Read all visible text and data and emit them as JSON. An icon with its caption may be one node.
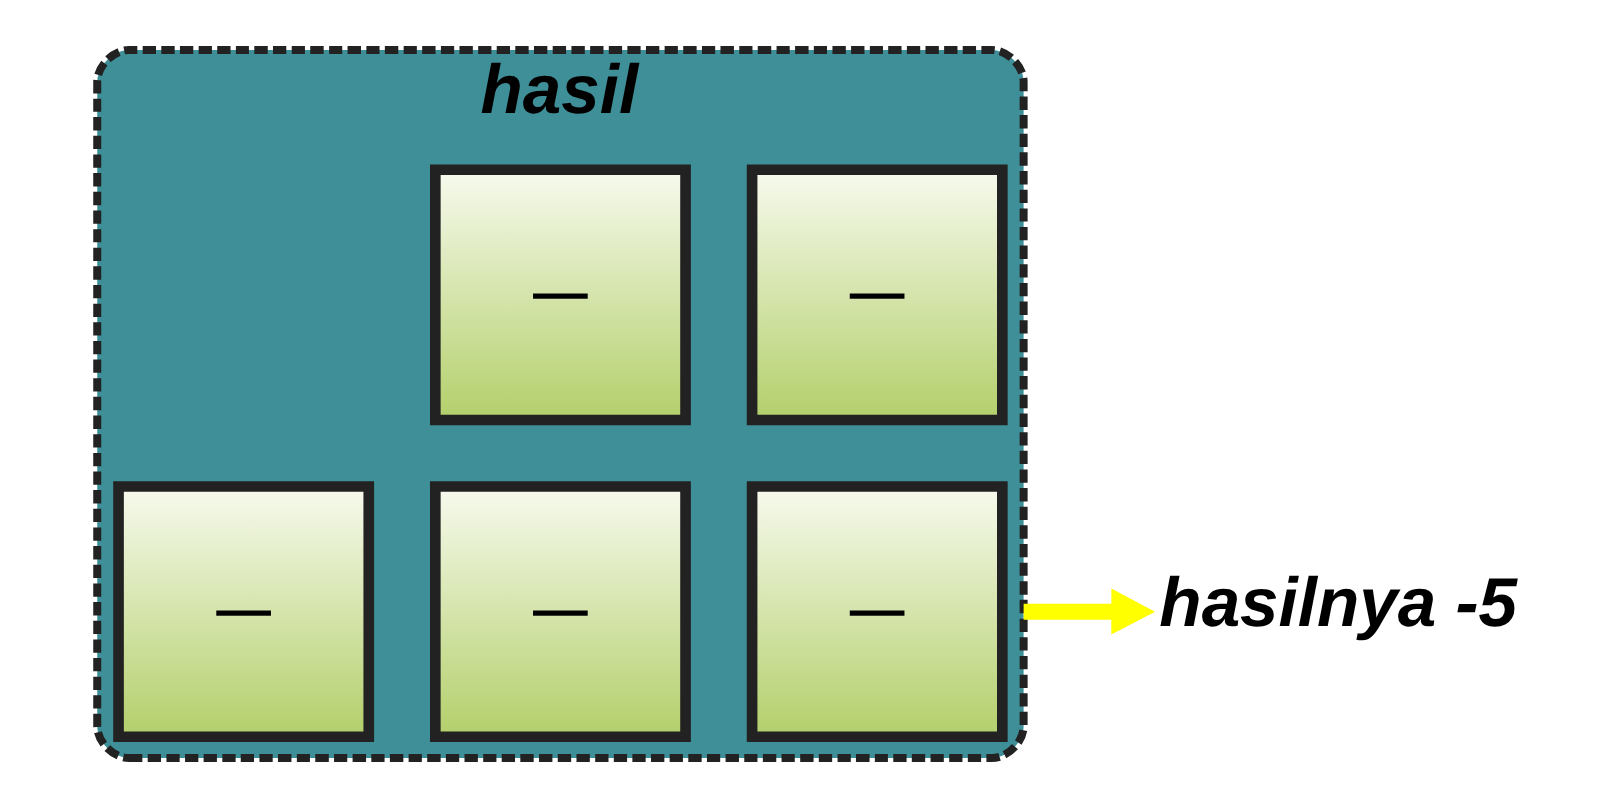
{
  "diagram": {
    "nodes": [
      {
        "text": [
          "hasil"
        ]
      },
      {
        "text": [
          "–"
        ],
        "in": 0
      },
      {
        "text": [
          "–"
        ],
        "in": 0
      },
      {
        "text": [
          "–"
        ],
        "in": 0
      },
      {
        "text": [
          "–"
        ],
        "in": 0
      },
      {
        "text": [
          "–"
        ],
        "in": 0
      },
      {
        "text": [
          "hasilnya -5"
        ]
      }
    ],
    "edges": [
      {
        "from": 0,
        "to": 6,
        "arrow": "to",
        "color": "#ffff00"
      }
    ]
  }
}
